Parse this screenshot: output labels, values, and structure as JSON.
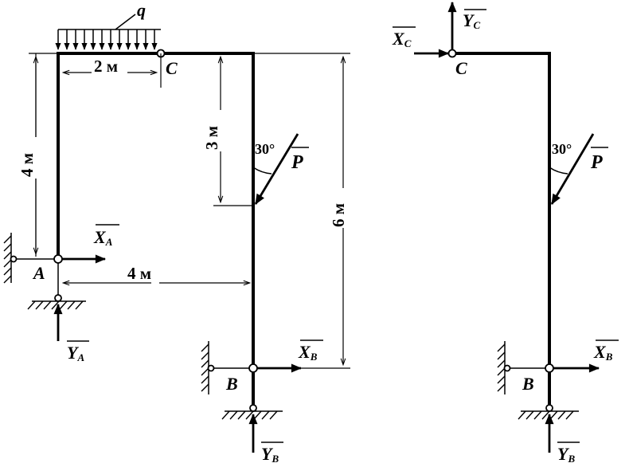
{
  "loads": {
    "q": "q",
    "P": "P",
    "P_angle": "30°"
  },
  "points": {
    "A": "A",
    "B": "B",
    "C": "C"
  },
  "reactions": {
    "XA": {
      "base": "X",
      "sub": "A"
    },
    "YA": {
      "base": "Y",
      "sub": "A"
    },
    "XB": {
      "base": "X",
      "sub": "B"
    },
    "YB": {
      "base": "Y",
      "sub": "B"
    },
    "XC": {
      "base": "X",
      "sub": "C"
    },
    "YC": {
      "base": "Y",
      "sub": "C"
    }
  },
  "dimensions": {
    "q_length": "2 м",
    "A_height": "4 м",
    "P_offset": "3 м",
    "span": "4 м",
    "B_height": "6 м"
  }
}
